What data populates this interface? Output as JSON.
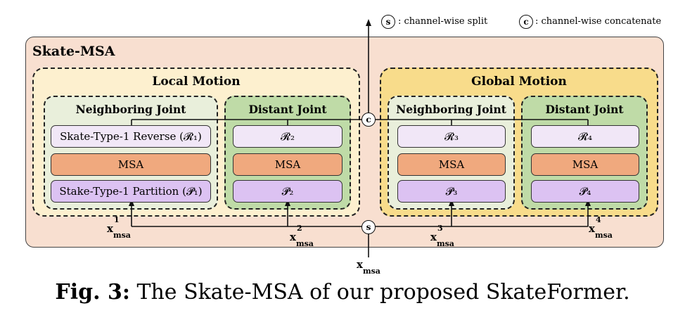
{
  "legend": {
    "split_symbol": "s",
    "split_text": ": channel-wise split",
    "concat_symbol": "c",
    "concat_text": ": channel-wise concatenate"
  },
  "outer_title": "Skate-MSA",
  "local": {
    "title": "Local Motion",
    "neighboring": {
      "title": "Neighboring Joint",
      "reverse": "Skate-Type-1 Reverse (𝓡₁)",
      "msa": "MSA",
      "partition": "Stake-Type-1 Partition (𝓟₁)"
    },
    "distant": {
      "title": "Distant Joint",
      "reverse": "𝓡₂",
      "msa": "MSA",
      "partition": "𝓟₂"
    }
  },
  "global": {
    "title": "Global Motion",
    "neighboring": {
      "title": "Neighboring Joint",
      "reverse": "𝓡₃",
      "msa": "MSA",
      "partition": "𝓟₃"
    },
    "distant": {
      "title": "Distant Joint",
      "reverse": "𝓡₄",
      "msa": "MSA",
      "partition": "𝓟₄"
    }
  },
  "inputs": {
    "x1_base": "x",
    "x1_sup": "1",
    "x1_sub": "msa",
    "x2_base": "x",
    "x2_sup": "2",
    "x2_sub": "msa",
    "x3_base": "x",
    "x3_sup": "3",
    "x3_sub": "msa",
    "x4_base": "x",
    "x4_sup": "4",
    "x4_sub": "msa",
    "x_base": "x",
    "x_sub": "msa"
  },
  "caption": {
    "label": "Fig. 3:",
    "text": " The Skate-MSA of our proposed SkateFormer."
  }
}
